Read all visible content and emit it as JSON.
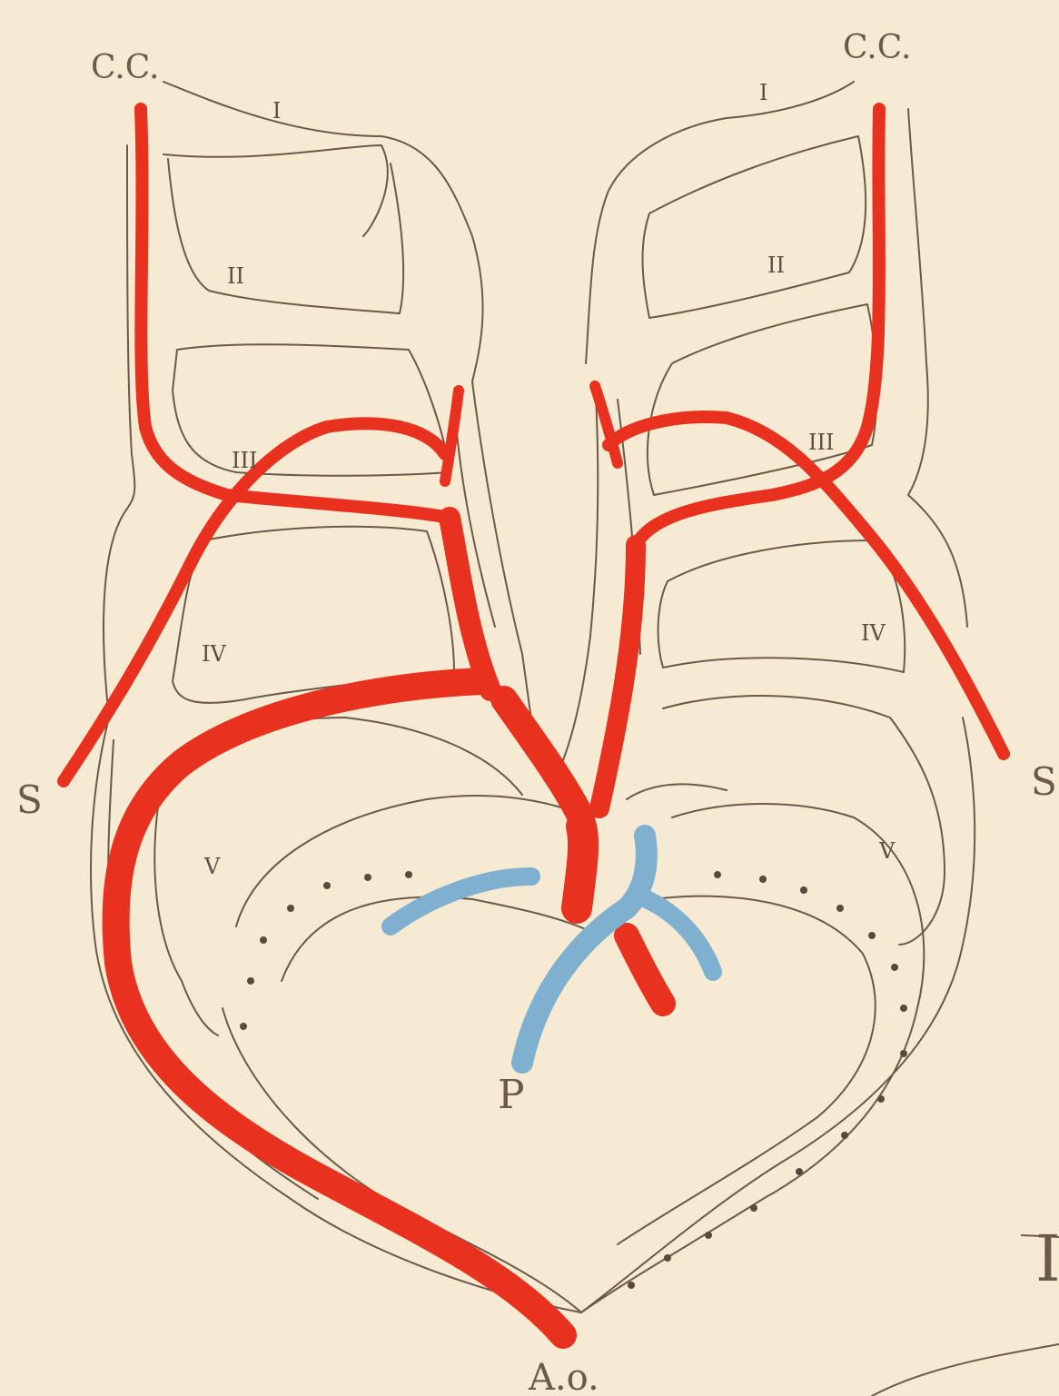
{
  "labels": {
    "cc_left": "C.C.",
    "cc_right": "C.C.",
    "s_left": "S",
    "s_right": "S",
    "pulmonary": "P",
    "aorta": "A.o.",
    "arch_1_left": "I",
    "arch_1_right": "I",
    "arch_2_left": "II",
    "arch_2_right": "II",
    "arch_3_left": "III",
    "arch_3_right": "III",
    "arch_4_left": "IV",
    "arch_4_right": "IV",
    "arch_5_left": "V",
    "arch_5_right": "V",
    "plate_fragment": "I"
  },
  "colors": {
    "background": "#f6ead3",
    "artery": "#e8311e",
    "vein": "#7fb0cf",
    "outline": "#6b5a4a"
  }
}
